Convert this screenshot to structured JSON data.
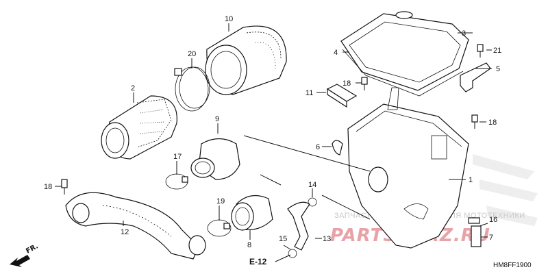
{
  "diagram": {
    "code": "HM8FF1900",
    "reference": "E-12",
    "direction_label": "FR.",
    "watermark": {
      "line1": "ЗАПЧАСТИ И АКСЕССУАРЫ ДЛЯ МОТОТЕХНИКИ",
      "line2": "PARTSFORZ.RU"
    },
    "callouts": {
      "n1": "1",
      "n2": "2",
      "n3": "3",
      "n4": "4",
      "n5": "5",
      "n6": "6",
      "n7": "7",
      "n8": "8",
      "n9": "9",
      "n10": "10",
      "n11": "11",
      "n12": "12",
      "n13": "13",
      "n14": "14",
      "n15": "15",
      "n16": "16",
      "n17": "17",
      "n18a": "18",
      "n18b": "18",
      "n18c": "18",
      "n19": "19",
      "n20": "20",
      "n21": "21"
    }
  }
}
